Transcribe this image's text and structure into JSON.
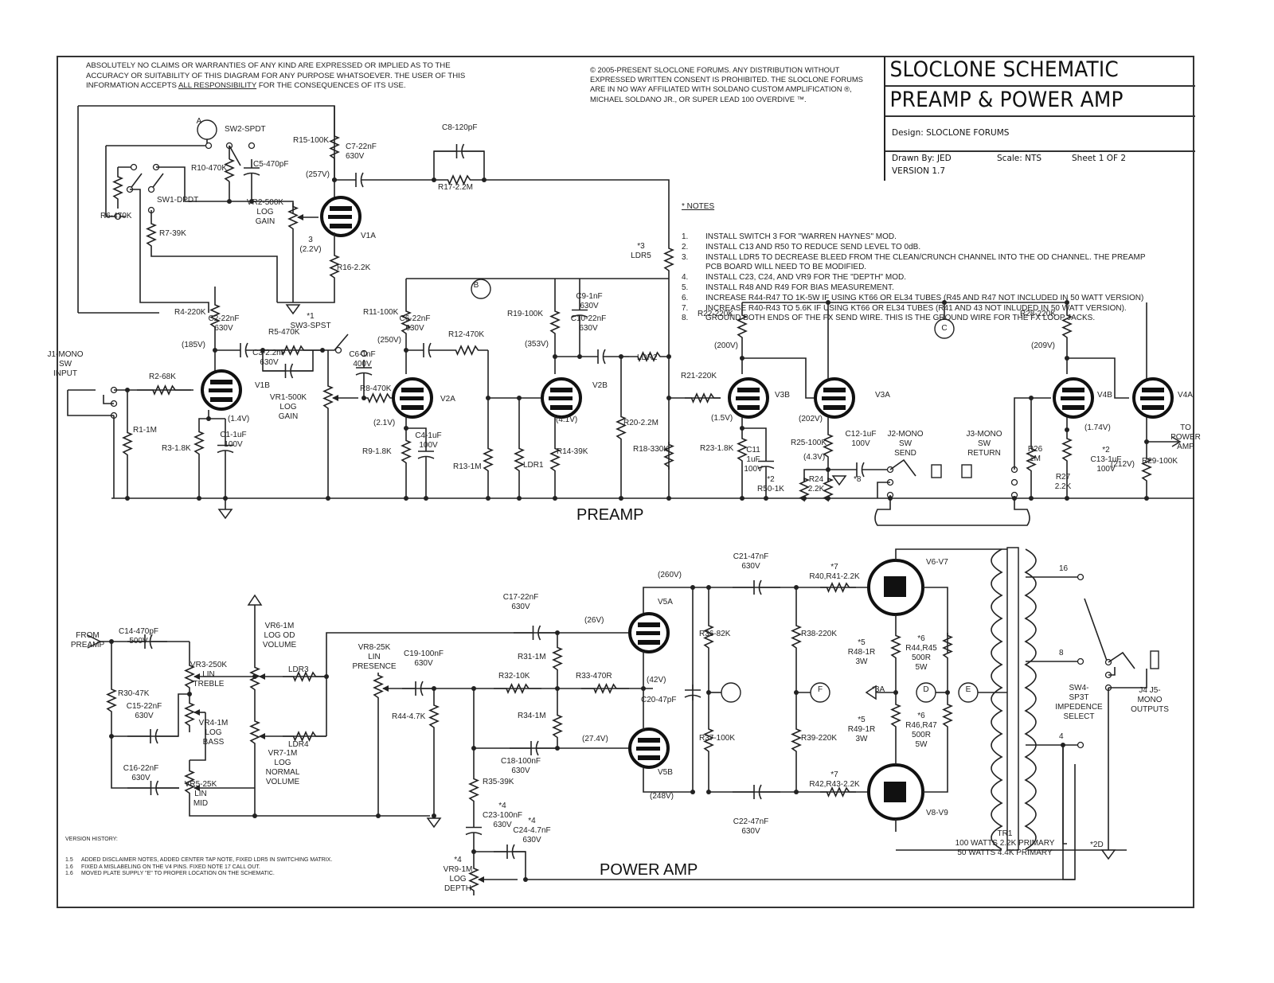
{
  "disclaimer": {
    "before": "ABSOLUTELY NO CLAIMS OR WARRANTIES OF ANY KIND ARE EXPRESSED OR IMPLIED AS TO THE ACCURACY OR SUITABILITY OF THIS DIAGRAM FOR ANY PURPOSE WHATSOEVER. THE USER OF THIS INFORMATION ACCEPTS ",
    "underlined": "ALL RESPONSIBILITY",
    "after": " FOR THE CONSEQUENCES OF ITS USE."
  },
  "copyright": "© 2005-PRESENT SLOCLONE FORUMS. ANY DISTRIBUTION WITHOUT EXPRESSED WRITTEN CONSENT IS PROHIBITED. THE SLOCLONE FORUMS ARE IN NO WAY AFFILIATED WITH SOLDANO CUSTOM AMPLIFICATION ®, MICHAEL SOLDANO JR., OR SUPER LEAD 100 OVERDIVE ™.",
  "title_block": {
    "title_line1": "SLOCLONE SCHEMATIC",
    "title_line2": "PREAMP & POWER AMP",
    "design": "Design: SLOCLONE FORUMS",
    "drawn_by": "Drawn By: JED",
    "scale": "Scale: NTS",
    "sheet": "Sheet 1 OF 2",
    "version": "VERSION 1.7"
  },
  "notes": {
    "header": "* NOTES",
    "items": [
      {
        "num": "1.",
        "text": "INSTALL SWITCH 3 FOR \"WARREN HAYNES\" MOD."
      },
      {
        "num": "2.",
        "text": "INSTALL C13 AND R50 TO REDUCE SEND LEVEL TO 0dB."
      },
      {
        "num": "3.",
        "text": "INSTALL LDR5 TO DECREASE BLEED FROM THE CLEAN/CRUNCH CHANNEL INTO THE OD CHANNEL. THE PREAMP"
      },
      {
        "num": "",
        "text": "PCB BOARD WILL NEED TO BE MODIFIED."
      },
      {
        "num": "4.",
        "text": "INSTALL C23, C24, AND VR9 FOR THE \"DEPTH\" MOD."
      },
      {
        "num": "5.",
        "text": "INSTALL R48 AND R49 FOR BIAS MEASUREMENT."
      },
      {
        "num": "6.",
        "text": "INCREASE R44-R47 TO 1K-5W IF USING KT66 OR EL34 TUBES (R45 AND R47 NOT INCLUDED IN 50 WATT VERSION)"
      },
      {
        "num": "7.",
        "text": "INCREASE R40-R43 TO 5.6K IF USING KT66 OR EL34 TUBES (R41 AND 43 NOT INLUDED IN 50 WATT VERSION)."
      },
      {
        "num": "8.",
        "text": "GROUND BOTH ENDS OF THE FX SEND WIRE. THIS IS THE GROUND WIRE FOR THE FX LOOP JACKS."
      }
    ]
  },
  "sections": {
    "preamp": "PREAMP",
    "power_amp": "POWER AMP"
  },
  "version_history": {
    "header": "VERSION HISTORY:",
    "items": [
      {
        "num": "1.5",
        "text": "ADDED DISCLAIMER NOTES, ADDED CENTER TAP NOTE, FIXED LDR5 IN SWITCHING MATRIX."
      },
      {
        "num": "1.6",
        "text": "FIXED A MISLABELING ON THE V4 PINS. FIXED NOTE 17 CALL OUT."
      },
      {
        "num": "1.6",
        "text": "MOVED PLATE SUPPLY \"E\" TO PROPER LOCATION ON THE SCHEMATIC."
      }
    ]
  },
  "labels": {
    "a": "A",
    "b": "B",
    "c": "C",
    "d": "D",
    "e": "E",
    "f": "F",
    "sw2": "SW2-SPDT",
    "r10": "R10-470K",
    "c5": "C5-470pF",
    "r6": "R6-470K",
    "sw1": "SW1-DPDT",
    "r7": "R7-39K",
    "r15": "R15-100K",
    "c7": "C7-22nF\n630V",
    "v257": "(257V)",
    "vr2": "VR2-500K\nLOG\nGAIN",
    "v1a": "V1A",
    "v22": "3\n(2.2V)",
    "r16": "R16-2.2K",
    "c8": "C8-120pF",
    "r17": "R17-2.2M",
    "ldr5": "*3\nLDR5",
    "r4": "R4-220K",
    "c2": "C2-22nF\n630V",
    "v185": "(185V)",
    "r5": "R5-470K",
    "c3": "C3-2.2nF\n630V",
    "sw3": "*1\nSW3-SPST",
    "j1": "J1-MONO\nSW\nINPUT",
    "r2": "R2-68K",
    "v1b": "V1B",
    "v14": "(1.4V)",
    "r1": "R1-1M",
    "r3": "R3-1.8K",
    "c1": "C1-1uF\n100V",
    "vr1": "VR1-500K\nLOG\nGAIN",
    "c6a": "C6-1nF\n400V",
    "r8": "R8-470K",
    "r11": "R11-100K",
    "c6b": "C6-22nF\n630V",
    "r12": "R12-470K",
    "v250": "(250V)",
    "v2a": "V2A",
    "v21": "(2.1V)",
    "r9": "R9-1.8K",
    "c4": "C4-1uF\n100V",
    "r13": "R13-1M",
    "r19": "R19-100K",
    "c9": "C9-1nF\n630V",
    "c10": "C10-22nF\n630V",
    "v353": "(353V)",
    "ldr2": "LDR2",
    "v2b": "V2B",
    "v41": "(4.1V)",
    "ldr1": "LDR1",
    "r14": "R14-39K",
    "r20": "R20-2.2M",
    "r18": "R18-330K",
    "r22": "R22-220K",
    "v200": "(200V)",
    "r21": "R21-220K",
    "v3b": "V3B",
    "v3a": "V3A",
    "v15": "(1.5V)",
    "r23": "R23-1.8K",
    "c11": "C11\n1uF\n100V",
    "v202": "(202V)",
    "r25": "R25-100K",
    "v43": "(4.3V)",
    "r50": "*2\nR50-1K",
    "r24": "R24\n2.2K",
    "c12": "C12-1uF\n100V",
    "n8": "*8",
    "j2": "J2-MONO\nSW\nSEND",
    "j3": "J3-MONO\nSW\nRETURN",
    "r28": "R28-220K",
    "v209": "(209V)",
    "v4b": "V4B",
    "v4a": "V4A",
    "r26": "R26\n1M",
    "r27": "R27\n2.2K",
    "v174": "(1.74V)",
    "c13": "*2\nC13-1uF\n100V",
    "v212": "(212V)",
    "r29": "R29-100K",
    "to_pa": "TO\nPOWER\nAMP",
    "from_pre": "FROM\nPREAMP",
    "c14": "C14-470pF\n500V",
    "vr3": "VR3-250K\nLIN\nTREBLE",
    "r30": "R30-47K",
    "c15": "C15-22nF\n630V",
    "vr4": "VR4-1M\nLOG\nBASS",
    "c16": "C16-22nF\n630V",
    "vr5": "VR5-25K\nLIN\nMID",
    "vr6": "VR6-1M\nLOG OD\nVOLUME",
    "ldr3": "LDR3",
    "ldr4": "LDR4",
    "vr7": "VR7-1M\nLOG\nNORMAL\nVOLUME",
    "vr8": "VR8-25K\nLIN\nPRESENCE",
    "c19": "C19-100nF\n630V",
    "r44": "R44-4.7K",
    "c17": "C17-22nF\n630V",
    "v26": "(26V)",
    "r31": "R31-1M",
    "r32": "R32-10K",
    "r33": "R33-470R",
    "v42": "(42V)",
    "r34": "R34-1M",
    "v274": "(27.4V)",
    "c18": "C18-100nF\n630V",
    "r35": "R35-39K",
    "c23": "*4\nC23-100nF\n630V",
    "c24": "*4\nC24-4.7nF\n630V",
    "vr9": "*4\nVR9-1M\nLOG\nDEPTH",
    "v5a": "V5A",
    "v5b": "V5B",
    "v260": "(260V)",
    "v248": "(248V)",
    "c20": "C20-47pF",
    "r36": "R36-82K",
    "r37": "R37-100K",
    "c21": "C21-47nF\n630V",
    "c22": "C22-47nF\n630V",
    "r38": "R38-220K",
    "r39": "R39-220K",
    "r40": "*7\nR40,R41-2.2K",
    "r42": "*7\nR42,R43-2.2K",
    "v67": "V6-V7",
    "v89": "V8-V9",
    "r48": "*5\nR48-1R\n3W",
    "r49": "*5\nR49-1R\n3W",
    "r44b": "*6\nR44,R45\n500R\n5W",
    "r46": "*6\nR46,R47\n500R\n5W",
    "n3a": "*3A",
    "n2d": "*2D",
    "tr1": "TR1\n100 WATTS 2.2K PRIMARY\n50 WATTS 4.4K PRIMARY",
    "t16": "16",
    "t8": "8",
    "t4": "4",
    "sw4": "SW4-\nSP3T\nIMPEDENCE\nSELECT",
    "j4": "J4 J5-\nMONO\nOUTPUTS"
  }
}
